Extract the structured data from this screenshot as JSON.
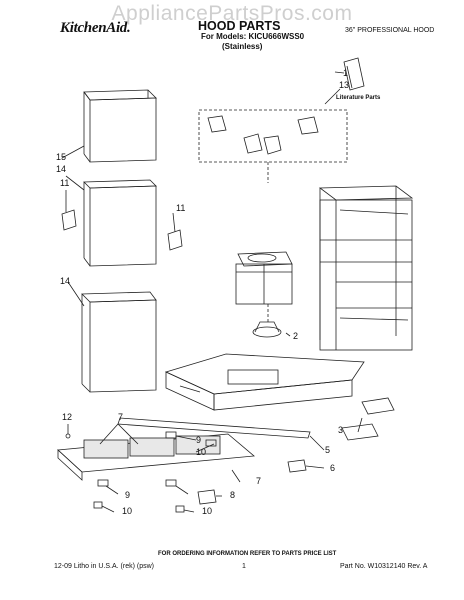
{
  "watermark": "AppliancePartsPros.com",
  "header": {
    "brand": "KitchenAid.",
    "title": "HOOD PARTS",
    "model_line": "For Models: KICU666WSS0",
    "finish": "(Stainless)",
    "product": "36\" PROFESSIONAL HOOD"
  },
  "labels": {
    "literature": "Literature Parts"
  },
  "callouts": [
    "1",
    "13",
    "15",
    "14",
    "11",
    "11",
    "14",
    "2",
    "12",
    "7",
    "9",
    "10",
    "3",
    "5",
    "6",
    "7",
    "9",
    "8",
    "10"
  ],
  "footer": {
    "ordering": "FOR ORDERING INFORMATION REFER TO PARTS PRICE LIST",
    "left": "12-09 Litho in U.S.A. (rek) (psw)",
    "page": "1",
    "part_no": "Part No. W10312140 Rev. A"
  }
}
